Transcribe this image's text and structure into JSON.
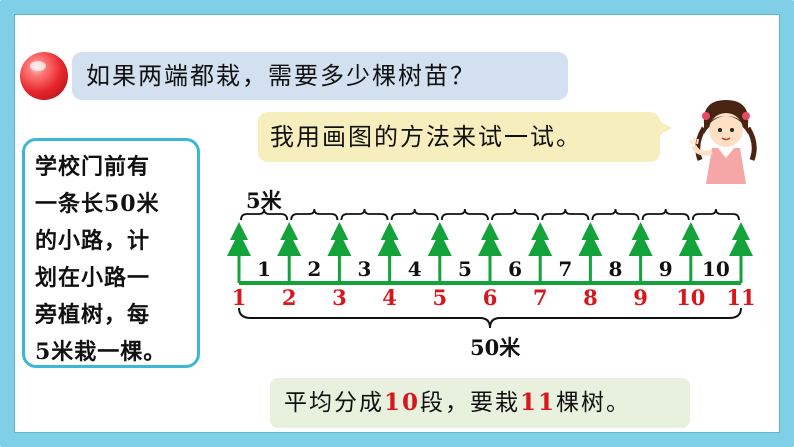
{
  "question": {
    "text": "如果两端都栽，需要多少棵树苗？"
  },
  "speech": {
    "text": "我用画图的方法来试一试。"
  },
  "problem": {
    "lines": [
      "学校门前有",
      "一条长50米",
      "的小路，计",
      "划在小路一",
      "旁植树，每",
      "5米栽一棵。"
    ]
  },
  "diagram": {
    "segment_label": "5米",
    "total_label": "50米",
    "segment_numbers": [
      "1",
      "2",
      "3",
      "4",
      "5",
      "6",
      "7",
      "8",
      "9",
      "10"
    ],
    "tree_numbers": [
      "1",
      "2",
      "3",
      "4",
      "5",
      "6",
      "7",
      "8",
      "9",
      "10",
      "11"
    ],
    "colors": {
      "tree": "#13a33a",
      "tree_number": "#d8161c",
      "road": "#13a33a"
    }
  },
  "answer": {
    "part1": "平均分成",
    "segments": "10",
    "part2": "段，要栽",
    "trees": "11",
    "part3": "棵树。"
  }
}
